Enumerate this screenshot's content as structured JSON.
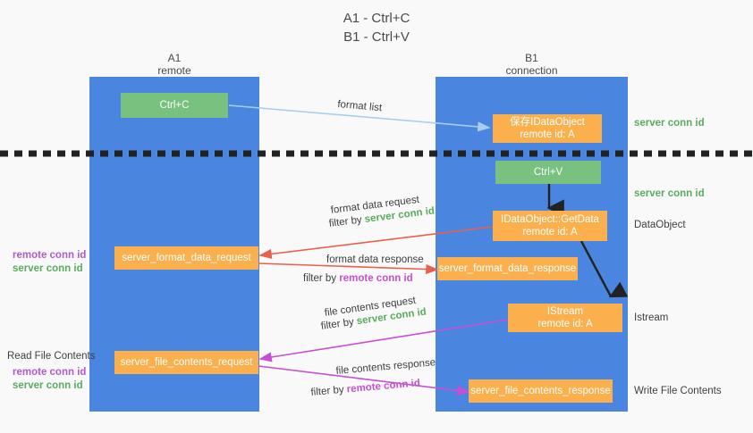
{
  "title": {
    "line1": "A1 - Ctrl+C",
    "line2": "B1 - Ctrl+V"
  },
  "lanes": [
    {
      "id": "a1",
      "name": "A1",
      "role": "remote"
    },
    {
      "id": "b1",
      "name": "B1",
      "role": "connection"
    }
  ],
  "nodes": [
    {
      "id": "ctrl-c",
      "label1": "Ctrl+C",
      "label2": ""
    },
    {
      "id": "save-idataobject",
      "label1": "保存IDataObject",
      "label2": "remote id: A"
    },
    {
      "id": "ctrl-v",
      "label1": "Ctrl+V",
      "label2": ""
    },
    {
      "id": "getdata",
      "label1": "IDataObject::GetData",
      "label2": "remote id: A"
    },
    {
      "id": "server-format-data-request",
      "label1": "server_format_data_request",
      "label2": ""
    },
    {
      "id": "server-format-data-response",
      "label1": "server_format_data_response",
      "label2": ""
    },
    {
      "id": "istream",
      "label1": "IStream",
      "label2": "remote id: A"
    },
    {
      "id": "server-file-contents-request",
      "label1": "server_file_contents_request",
      "label2": ""
    },
    {
      "id": "server-file-contents-response",
      "label1": "server_file_contents_response",
      "label2": ""
    }
  ],
  "annotations": {
    "server_conn_id_top": "server conn id",
    "server_conn_id_mid": "server conn id",
    "dataobject": "DataObject",
    "istream": "Istream",
    "write_file_contents": "Write File Contents",
    "read_file_contents": "Read File Contents",
    "remote_conn_id": "remote conn id",
    "server_conn_id": "server conn id"
  },
  "edges": {
    "format_list": "format list",
    "format_data_request": "format data request",
    "format_data_request_filter_pre": "filter by ",
    "format_data_request_filter_key": "server conn id",
    "format_data_response": "format data response",
    "format_data_response_filter_pre": "filter by ",
    "format_data_response_filter_key": "remote conn id",
    "file_contents_request": "file contents request",
    "file_contents_request_filter_pre": "filter by ",
    "file_contents_request_filter_key": "server conn id",
    "file_contents_response": "file contents response",
    "file_contents_response_filter_pre": "filter by ",
    "file_contents_response_filter_key": "remote conn id"
  },
  "colors": {
    "lane": "#4a86e0",
    "green_node": "#79c17e",
    "orange_node": "#fbb04d",
    "red_arrow": "#e8604c",
    "magenta_arrow": "#c84fd4",
    "light_blue_arrow": "#a9cdf0",
    "black_arrow": "#222222",
    "green_text": "#5aab5f",
    "purple_text": "#b05ad0",
    "background": "#f9f9f9"
  }
}
